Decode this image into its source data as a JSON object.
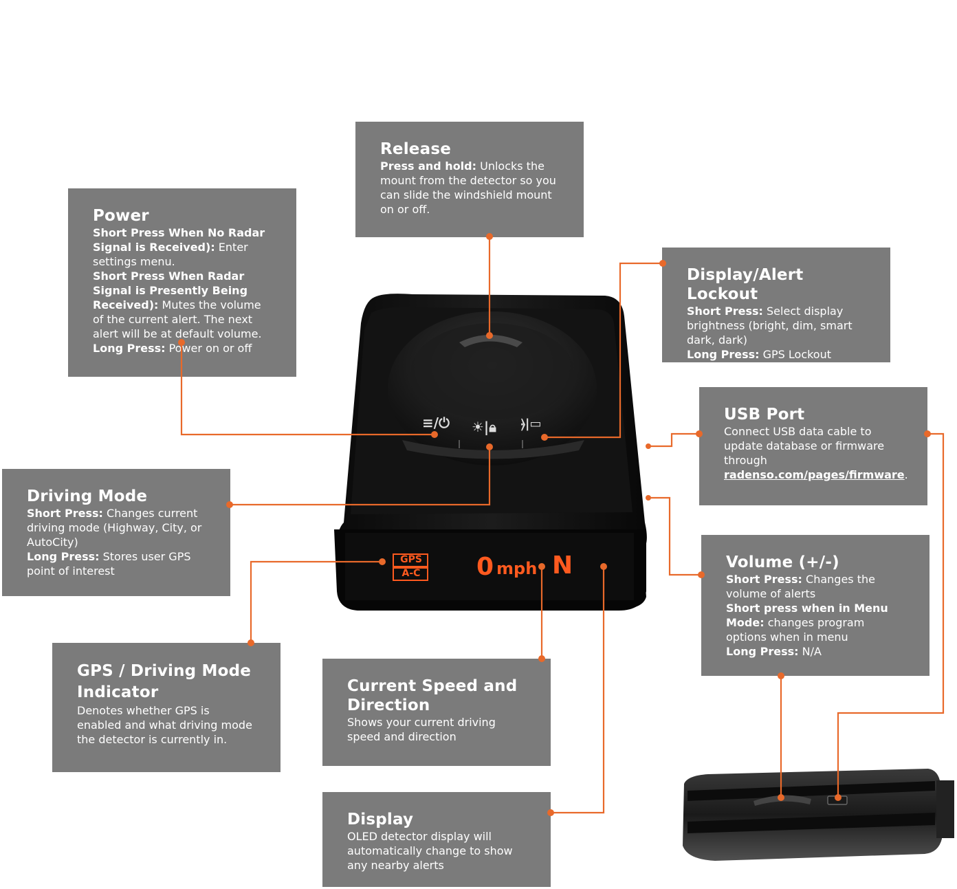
{
  "colors": {
    "box": "#7b7b7b",
    "leader": "#e8692a",
    "device": "#141414",
    "display_text": "#ff5a1f"
  },
  "callouts": {
    "release": {
      "title": "Release",
      "items": [
        {
          "label": "Press and hold:",
          "text": " Unlocks the mount from the detector so you can slide the windshield mount on or off."
        }
      ]
    },
    "power": {
      "title": "Power",
      "items": [
        {
          "label": "Short Press When No Radar Signal is Received):",
          "text": " Enter settings menu."
        },
        {
          "label": "Short Press When Radar Signal is Presently Being Received):",
          "text": " Mutes the volume of the current alert. The next alert will be at default volume."
        },
        {
          "label": "Long Press:",
          "text": " Power on or off"
        }
      ]
    },
    "display_lockout": {
      "title": "Display/Alert Lockout",
      "items": [
        {
          "label": "Short Press:",
          "text": " Select display brightness (bright, dim, smart dark, dark)"
        },
        {
          "label": "Long Press:",
          "text": " GPS Lockout"
        }
      ]
    },
    "usb": {
      "title": "USB Port",
      "text": "Connect USB data cable to update database or firmware through",
      "link": "radenso.com/pages/firmware",
      "after": "."
    },
    "driving_mode": {
      "title": "Driving Mode",
      "items": [
        {
          "label": "Short Press:",
          "text": " Changes current driving mode (Highway, City, or AutoCity)"
        },
        {
          "label": "Long Press:",
          "text": " Stores user GPS point of interest"
        }
      ]
    },
    "volume": {
      "title": "Volume (+/-)",
      "items": [
        {
          "label": "Short Press:",
          "text": " Changes the volume of alerts"
        },
        {
          "label": "Short press when in Menu Mode:",
          "text": " changes program options when in menu"
        },
        {
          "label": "Long Press:",
          "text": " N/A"
        }
      ]
    },
    "gps_indicator": {
      "title": "GPS / Driving Mode Indicator",
      "text": "Denotes whether GPS is enabled and what driving mode the detector is currently in."
    },
    "speed": {
      "title": "Current Speed and Direction",
      "text": "Shows your current driving speed and direction"
    },
    "display": {
      "title": "Display",
      "text": "OLED detector display will automatically change to show any nearby alerts"
    }
  },
  "device_display": {
    "gps": "GPS",
    "mode": "A-C",
    "speed": "0",
    "unit": "mph",
    "direction": "N"
  },
  "buttons": {
    "left_icon": "menu-power-icon",
    "mid_icon": "brightness-lock-icon",
    "right_icon": "signal-lockout-icon"
  }
}
